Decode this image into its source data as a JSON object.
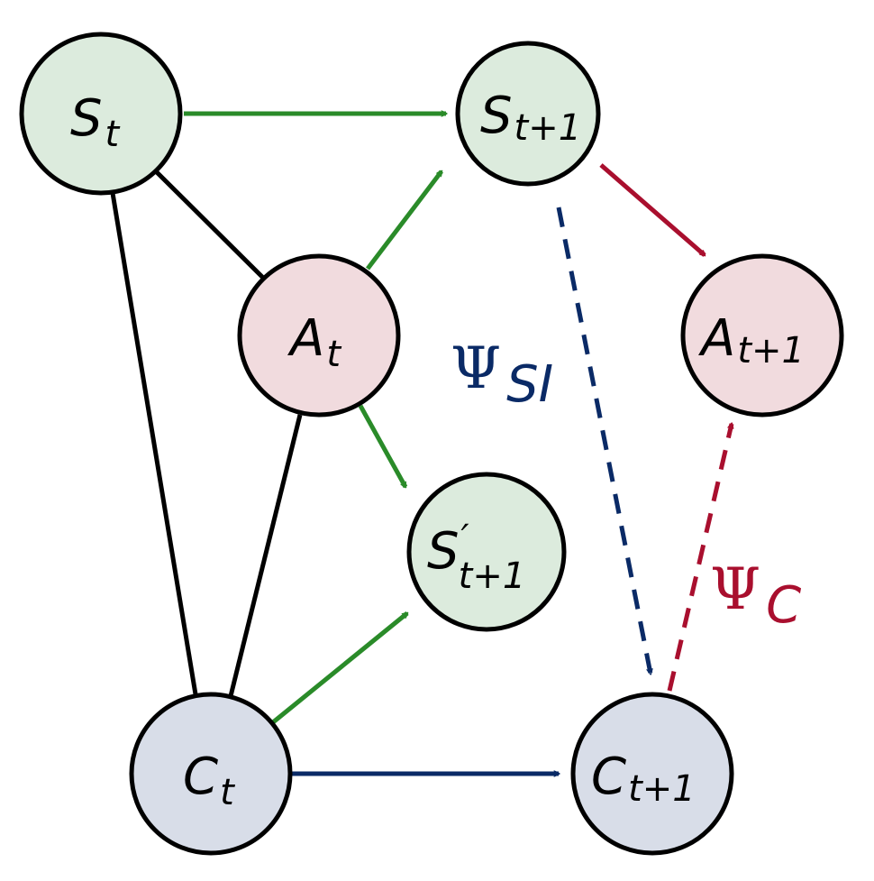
{
  "colors": {
    "green_fill": "#dcebdd",
    "red_fill": "#f1dbde",
    "blue_fill": "#d8dde8",
    "green_edge": "#2a8b29",
    "red_edge": "#a90f2e",
    "blue_edge": "#0a2a66",
    "black_edge": "#000000"
  },
  "nodes": {
    "s_t": {
      "main": "S",
      "sub": "t",
      "prime": ""
    },
    "s_t1": {
      "main": "S",
      "sub": "t+1",
      "prime": ""
    },
    "a_t": {
      "main": "A",
      "sub": "t",
      "prime": ""
    },
    "a_t1": {
      "main": "A",
      "sub": "t+1",
      "prime": ""
    },
    "s_prime_t1": {
      "main": "S",
      "sub": "t+1",
      "prime": "′"
    },
    "c_t": {
      "main": "C",
      "sub": "t",
      "prime": ""
    },
    "c_t1": {
      "main": "C",
      "sub": "t+1",
      "prime": ""
    }
  },
  "edge_labels": {
    "psi_si": {
      "symbol": "Ψ",
      "sub": "SI"
    },
    "psi_c": {
      "symbol": "Ψ",
      "sub": "C"
    }
  }
}
